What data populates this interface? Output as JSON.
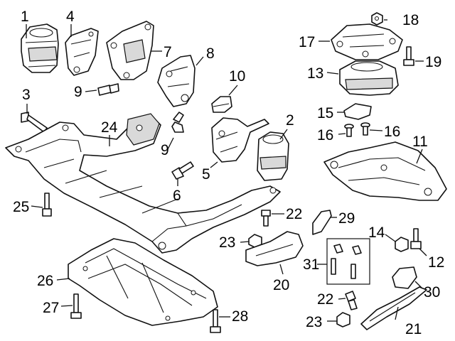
{
  "callouts": [
    {
      "id": "1",
      "text": "1"
    },
    {
      "id": "2",
      "text": "2"
    },
    {
      "id": "3",
      "text": "3"
    },
    {
      "id": "4",
      "text": "4"
    },
    {
      "id": "5",
      "text": "5"
    },
    {
      "id": "6",
      "text": "6"
    },
    {
      "id": "7",
      "text": "7"
    },
    {
      "id": "8",
      "text": "8"
    },
    {
      "id": "9a",
      "text": "9"
    },
    {
      "id": "9b",
      "text": "9"
    },
    {
      "id": "10",
      "text": "10"
    },
    {
      "id": "11",
      "text": "11"
    },
    {
      "id": "12",
      "text": "12"
    },
    {
      "id": "13",
      "text": "13"
    },
    {
      "id": "14",
      "text": "14"
    },
    {
      "id": "15",
      "text": "15"
    },
    {
      "id": "16a",
      "text": "16"
    },
    {
      "id": "16b",
      "text": "16"
    },
    {
      "id": "17",
      "text": "17"
    },
    {
      "id": "18",
      "text": "18"
    },
    {
      "id": "19",
      "text": "19"
    },
    {
      "id": "20",
      "text": "20"
    },
    {
      "id": "21",
      "text": "21"
    },
    {
      "id": "22a",
      "text": "22"
    },
    {
      "id": "22b",
      "text": "22"
    },
    {
      "id": "23a",
      "text": "23"
    },
    {
      "id": "23b",
      "text": "23"
    },
    {
      "id": "24",
      "text": "24"
    },
    {
      "id": "25",
      "text": "25"
    },
    {
      "id": "26",
      "text": "26"
    },
    {
      "id": "27",
      "text": "27"
    },
    {
      "id": "28",
      "text": "28"
    },
    {
      "id": "29",
      "text": "29"
    },
    {
      "id": "30",
      "text": "30"
    },
    {
      "id": "31",
      "text": "31"
    }
  ]
}
